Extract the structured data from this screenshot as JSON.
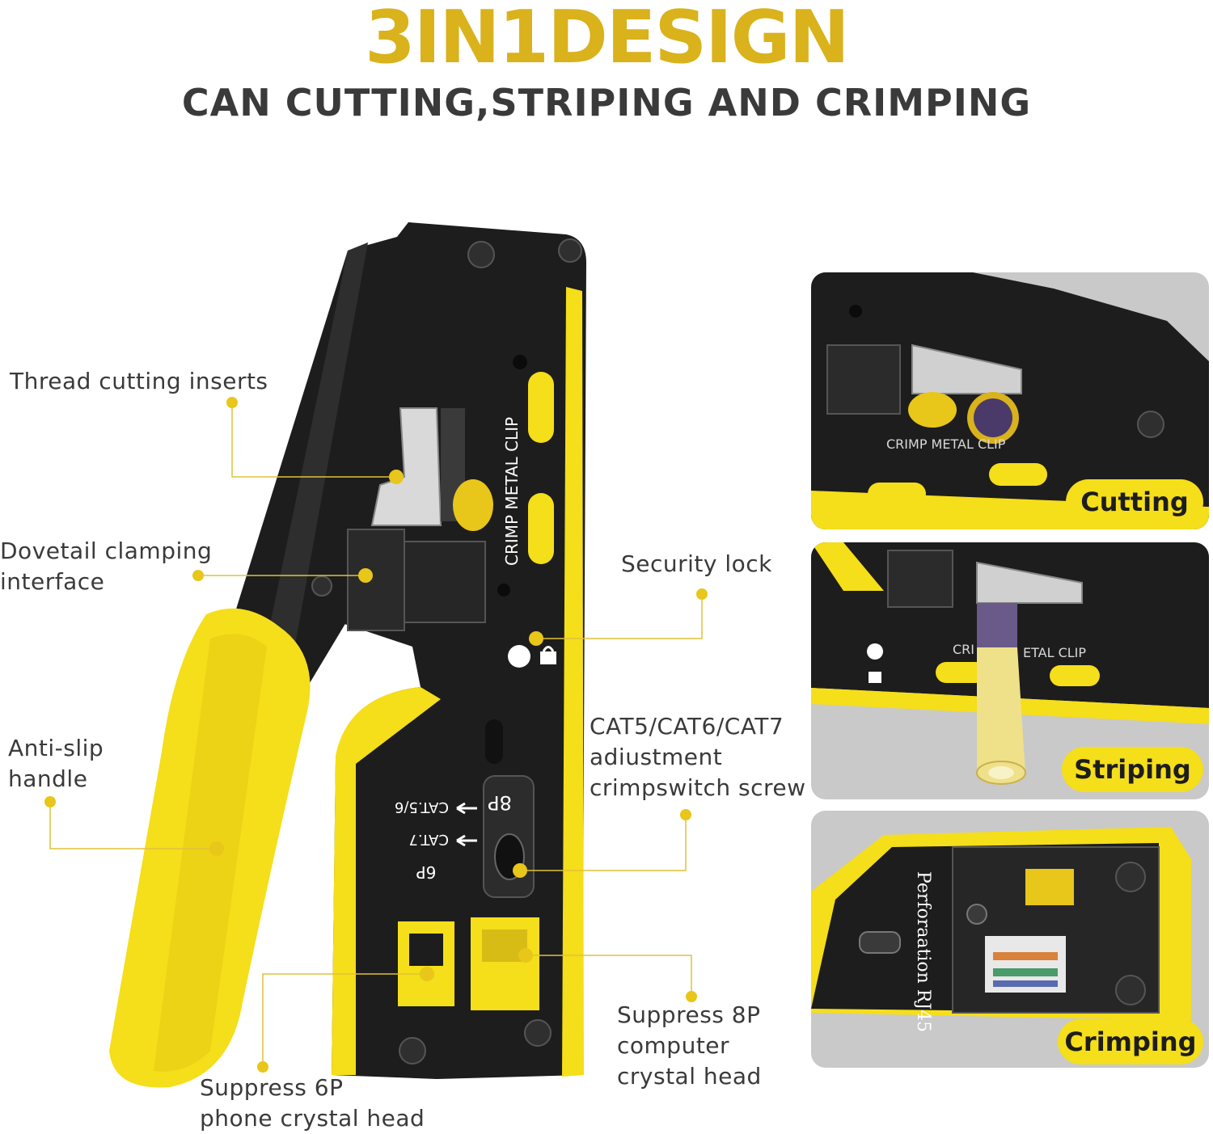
{
  "header": {
    "title": "3IN1DESIGN",
    "subtitle": "CAN CUTTING,STRIPING AND CRIMPING"
  },
  "callouts": {
    "thread_cutting": [
      "Thread cutting inserts"
    ],
    "dovetail": [
      "Dovetail clamping",
      "interface"
    ],
    "anti_slip": [
      "Anti-slip",
      "handle"
    ],
    "security_lock": [
      "Security lock"
    ],
    "cat_screw": [
      "CAT5/CAT6/CAT7",
      "adiustment",
      "crimpswitch screw"
    ],
    "suppress_8p": [
      "Suppress 8P",
      "computer",
      "crystal head"
    ],
    "suppress_6p": [
      "Suppress 6P",
      "phone crystal head"
    ]
  },
  "tool_markings": {
    "crimp_metal_clip": "CRIMP METAL CLIP",
    "port_8p": "8P",
    "port_6p": "6P",
    "cat56": "CAT.5/6",
    "cat7": "CAT.7"
  },
  "panels": [
    {
      "badge": "Cutting",
      "marking": "CRIMP METAL CLIP"
    },
    {
      "badge": "Striping",
      "marking_left": "CRI",
      "marking_right": "ETAL CLIP"
    },
    {
      "badge": "Crimping",
      "marking": "Perforaation RJ45"
    }
  ],
  "colors": {
    "accent_yellow": "#f5de1a",
    "title_gold": "#d9b21c",
    "text_dark": "#3a3a3a",
    "tool_black": "#1d1d1d",
    "panel_gray": "#c9c9c9",
    "leader_line": "#e0c23a"
  }
}
